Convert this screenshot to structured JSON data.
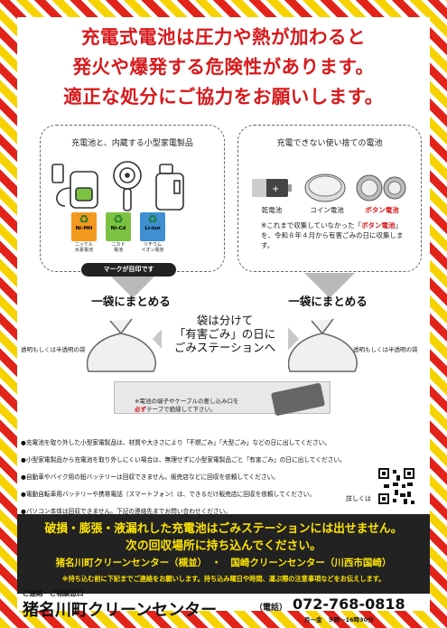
{
  "headline": {
    "line1": "充電式電池は圧力や熱が加わると",
    "line2": "発火や爆発する危険性があります。",
    "line3": "適正な処分にご協力をお願いします。"
  },
  "left_panel": {
    "title": "充電池と、内蔵する小型家電製品",
    "recycle": [
      {
        "code": "Ni-MH",
        "sub": "ニッケル\n水素電池",
        "color": "#f39a1e"
      },
      {
        "code": "Ni-Cd",
        "sub": "ニカド\n電池",
        "color": "#7cc242"
      },
      {
        "code": "Li-ion",
        "sub": "リチウム\nイオン電池",
        "color": "#3f8fd2"
      }
    ],
    "mark_label": "マークが目印です"
  },
  "right_panel": {
    "title": "充電できない使い捨ての電池",
    "battery_labels": [
      "乾電池",
      "コイン電池",
      "ボタン電池"
    ],
    "notice_pre": "※これまで収集していなかった「",
    "notice_red": "ボタン電池",
    "notice_post": "」を、令和８年４月から有害ごみの日に収集します。"
  },
  "bundle_label": "一袋にまとめる",
  "clear_bag_label": "透明もしくは半透明の袋",
  "center_text": {
    "line1": "袋は分けて",
    "line2": "「有害ごみ」の日に",
    "line3": "ごみステーションへ"
  },
  "tape_note": {
    "pre": "※電池の端子やケーブルの差し込み口を",
    "red": "必ず",
    "post": "テープで絶縁して下さい。"
  },
  "bullets": [
    "●充電池を取り外した小型家電製品は、材質や大きさにより「不燃ごみ」「大型ごみ」などの日に出してください。",
    "●小型家電製品から充電池を取り外しにくい場合は、無理せずに小型家電製品ごと「有害ごみ」の日に出してください。",
    "●自動車やバイク用の鉛バッテリーは回収できません。販売店などに回収を依頼してください。",
    "●電動自転車用バッテリーや携帯電話（スマートフォン）は、できるだけ販売店に回収を依頼してください。",
    "●パソコン本体は回収できません。下記の連絡先までお問い合わせください。"
  ],
  "qr_label": "詳しくは",
  "black_box": {
    "line1": "破損・膨張・液漏れした充電池はごみステーションには出せません。",
    "line2": "次の回収場所に持ち込んでください。",
    "line3": "猪名川町クリーンセンター（槻並）　・　国崎クリーンセンター（川西市国崎）",
    "line4": "※持ち込む前に下記までご連絡をお願いします。持ち込み曜日や時間、運ぶ際の注意事項などをお伝えします。"
  },
  "contact": {
    "label": "ご連絡・ご相談窓口",
    "name": "猪名川町クリーンセンター",
    "tel_label": "（電話）",
    "tel": "072-768-0818",
    "hours": "月〜金　９時〜16時30分"
  },
  "colors": {
    "red": "#d7191c",
    "yellow": "#f6d300",
    "black": "#222222"
  }
}
